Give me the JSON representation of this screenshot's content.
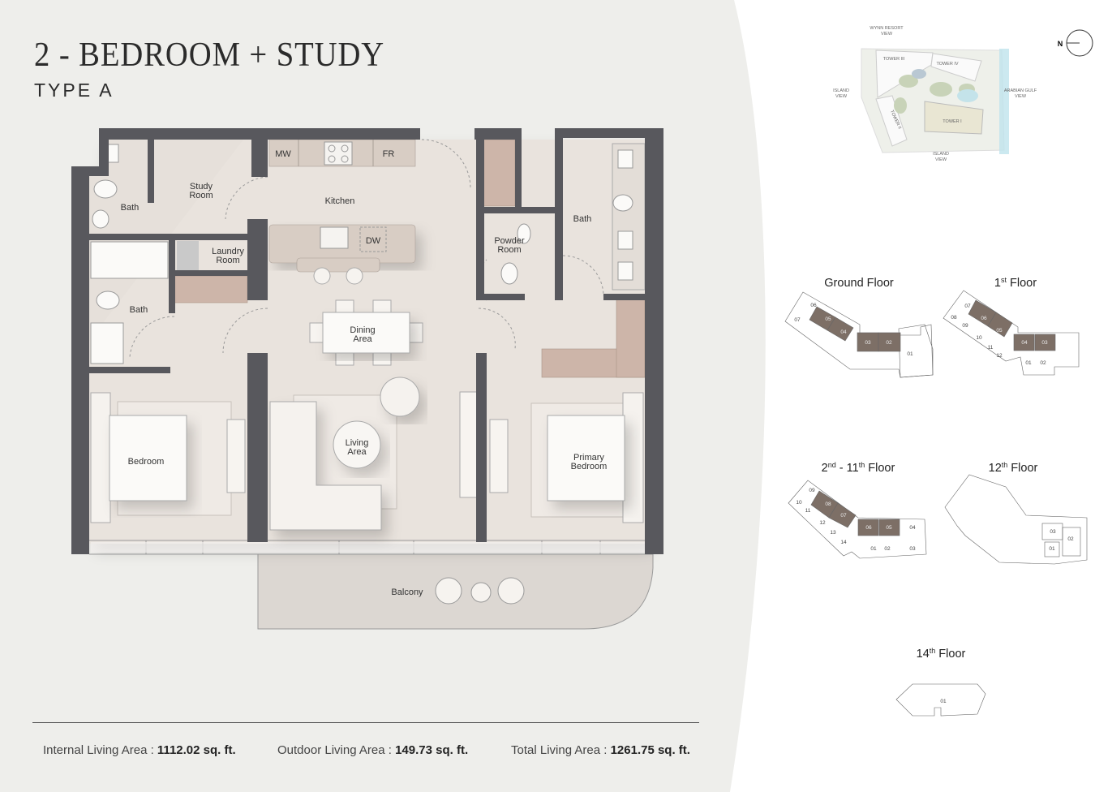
{
  "header": {
    "title": "2 - BEDROOM + STUDY",
    "subtitle": "TYPE A"
  },
  "rooms": {
    "bath_upper": "Bath",
    "study": [
      "Study",
      "Room"
    ],
    "kitchen": "Kitchen",
    "laundry": [
      "Laundry",
      "Room"
    ],
    "bath_lower": "Bath",
    "powder": [
      "Powder",
      "Room"
    ],
    "bath_right": "Bath",
    "dining": [
      "Dining",
      "Area"
    ],
    "living": [
      "Living",
      "Area"
    ],
    "bedroom": "Bedroom",
    "primary_bedroom": [
      "Primary",
      "Bedroom"
    ],
    "balcony": "Balcony"
  },
  "fixtures": {
    "microwave": "MW",
    "fridge": "FR",
    "dishwasher": "DW"
  },
  "site_map": {
    "top": [
      "WYNN RESORT",
      "VIEW"
    ],
    "left": [
      "ISLAND",
      "VIEW"
    ],
    "right": [
      "ARABIAN GULF",
      "VIEW"
    ],
    "bottom": [
      "ISLAND",
      "VIEW"
    ],
    "towers": [
      "TOWER III",
      "TOWER IV",
      "TOWER II",
      "TOWER I"
    ],
    "compass": "N"
  },
  "keyplans": {
    "ground": {
      "title": "Ground Floor",
      "units": [
        "07",
        "06",
        "05",
        "04",
        "03",
        "02",
        "01"
      ]
    },
    "first": {
      "title": [
        "1",
        "st",
        " Floor"
      ],
      "units": [
        "07",
        "08",
        "09",
        "06",
        "05",
        "10",
        "11",
        "12",
        "04",
        "03",
        "01",
        "02"
      ]
    },
    "second_eleventh": {
      "title": [
        "2",
        "nd",
        " - 11",
        "th",
        " Floor"
      ],
      "units": [
        "09",
        "10",
        "11",
        "08",
        "07",
        "12",
        "13",
        "14",
        "06",
        "05",
        "04",
        "01",
        "02",
        "03"
      ]
    },
    "twelfth": {
      "title": [
        "12",
        "th",
        " Floor"
      ],
      "units": [
        "03",
        "02",
        "01"
      ]
    },
    "fourteenth": {
      "title": [
        "14",
        "th",
        " Floor"
      ],
      "units": [
        "01"
      ]
    }
  },
  "areas": {
    "internal": {
      "label": "Internal Living Area : ",
      "value": "1112.02 sq. ft."
    },
    "outdoor": {
      "label": "Outdoor Living Area : ",
      "value": "149.73 sq. ft."
    },
    "total": {
      "label": "Total Living Area : ",
      "value": "1261.75 sq. ft."
    }
  },
  "colors": {
    "wall": "#58585d",
    "floor": "#e9e3dd",
    "highlight_unit": "#7d6f66",
    "panel": "#eeeeeb"
  }
}
